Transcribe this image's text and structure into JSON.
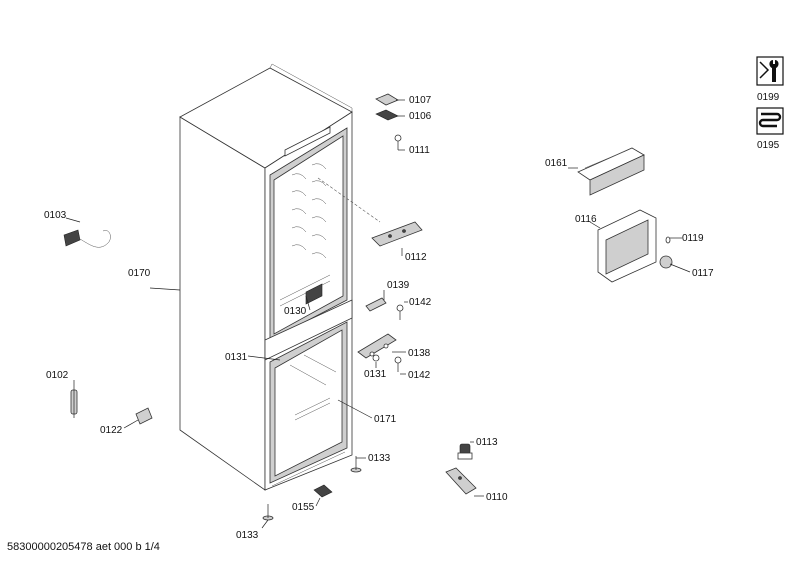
{
  "labels": {
    "p0107": "0107",
    "p0106": "0106",
    "p0111": "0111",
    "p0161": "0161",
    "p0199": "0199",
    "p0195": "0195",
    "p0103": "0103",
    "p0112": "0112",
    "p0116": "0116",
    "p0119": "0119",
    "p0117": "0117",
    "p0170": "0170",
    "p0139": "0139",
    "p0142a": "0142",
    "p0130": "0130",
    "p0131a": "0131",
    "p0138": "0138",
    "p0131b": "0131",
    "p0142b": "0142",
    "p0102": "0102",
    "p0122": "0122",
    "p0171": "0171",
    "p0113": "0113",
    "p0133a": "0133",
    "p0110": "0110",
    "p0155": "0155",
    "p0133b": "0133"
  },
  "footer": "58300000205478 aet 000 b 1/4",
  "icons": {
    "service": "wrench-icon",
    "heating": "heating-coil-icon"
  }
}
